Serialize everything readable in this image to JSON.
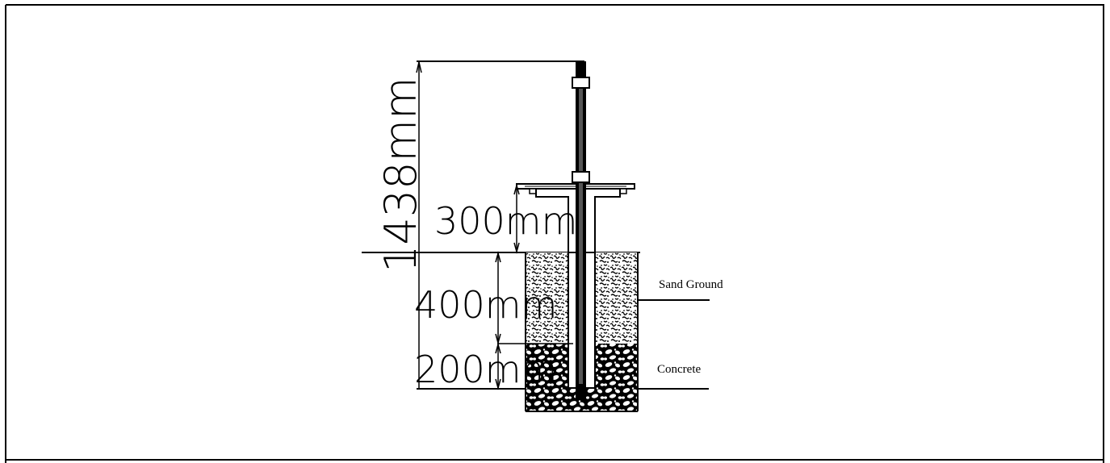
{
  "dimensions": {
    "total_height": "1438mm",
    "above_ground": "300mm",
    "sand_depth": "400mm",
    "concrete_depth": "200mm"
  },
  "labels": {
    "sand_ground": "Sand Ground",
    "concrete": "Concrete"
  },
  "colors": {
    "line": "#000000",
    "background": "#ffffff"
  }
}
